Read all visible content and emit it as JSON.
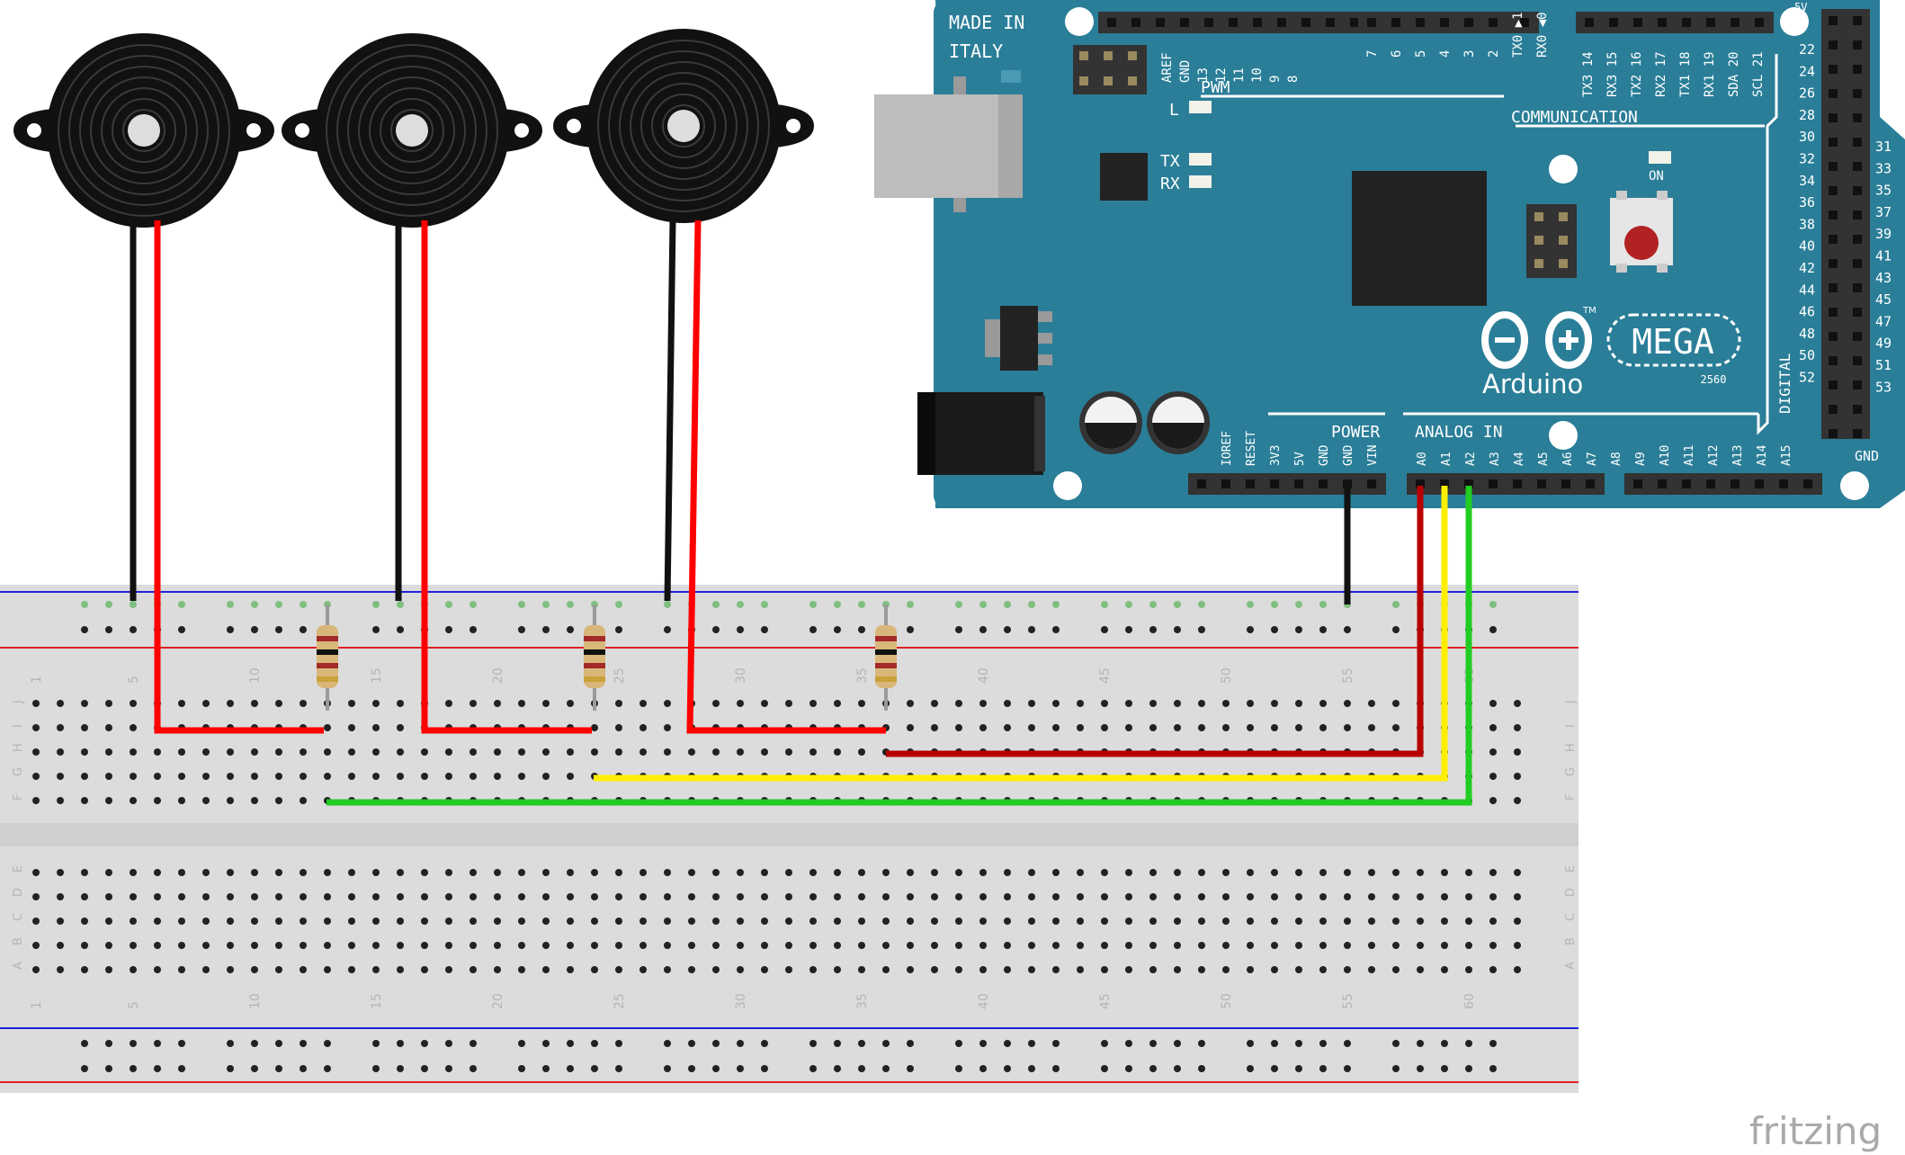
{
  "board": {
    "made_in_1": "MADE IN",
    "made_in_2": "ITALY",
    "brand": "Arduino",
    "model": "MEGA",
    "model_sub": "2560",
    "tm": "TM",
    "header_top_left": [
      "AREF",
      "GND",
      "13",
      "12",
      "11",
      "10",
      "9",
      "8"
    ],
    "header_top_mid": [
      "7",
      "6",
      "5",
      "4",
      "3",
      "2",
      "TX0 ▶1",
      "RX0 ◀0"
    ],
    "header_top_right": [
      "TX3 14",
      "RX3 15",
      "TX2 16",
      "RX2 17",
      "TX1 18",
      "RX1 19",
      "SDA 20",
      "SCL 21"
    ],
    "pwm": "PWM",
    "communication": "COMMUNICATION",
    "led_l": "L",
    "led_tx": "TX",
    "led_rx": "RX",
    "led_on": "ON",
    "power_label": "POWER",
    "power_pins": [
      "IOREF",
      "RESET",
      "3V3",
      "5V",
      "GND",
      "GND",
      "VIN"
    ],
    "analog_label": "ANALOG IN",
    "analog_pins": [
      "A0",
      "A1",
      "A2",
      "A3",
      "A4",
      "A5",
      "A6",
      "A7",
      "A8",
      "A9",
      "A10",
      "A11",
      "A12",
      "A13",
      "A14",
      "A15"
    ],
    "digital_label": "DIGITAL",
    "digital_left": [
      "22",
      "24",
      "26",
      "28",
      "30",
      "32",
      "34",
      "36",
      "38",
      "40",
      "42",
      "44",
      "46",
      "48",
      "50",
      "52"
    ],
    "digital_right": [
      "31",
      "33",
      "35",
      "37",
      "39",
      "41",
      "43",
      "45",
      "47",
      "49",
      "51",
      "53"
    ],
    "top_5v": "5V",
    "bottom_gnd": "GND"
  },
  "breadboard": {
    "col_numbers": [
      "1",
      "5",
      "10",
      "15",
      "20",
      "25",
      "30",
      "35",
      "40",
      "45",
      "50",
      "55",
      "60"
    ],
    "rows_top": [
      "J",
      "I",
      "H",
      "G",
      "F"
    ],
    "rows_bottom": [
      "E",
      "D",
      "C",
      "B",
      "A"
    ]
  },
  "watermark": "fritzing",
  "colors": {
    "board": "#2a7e98",
    "breadboard": "#dcdcdc",
    "wire_black": "#111111",
    "wire_red": "#ff0000",
    "wire_darkred": "#b80000",
    "wire_yellow": "#ffee00",
    "wire_green": "#22cc22"
  }
}
